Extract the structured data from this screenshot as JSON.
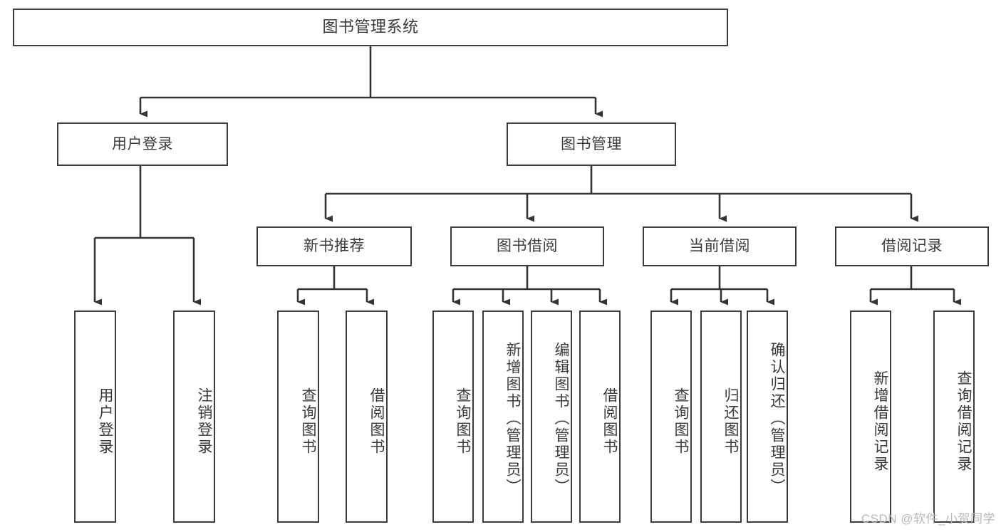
{
  "diagram": {
    "title": "图书管理系统",
    "type": "tree",
    "watermark": "CSDN @软件_小贺同学",
    "colors": {
      "background": "#ffffff",
      "box_border": "#3c3c3c",
      "box_fill": "#ffffff",
      "text": "#3a3a3a",
      "connector": "#333333",
      "watermark": "#b9b9b9"
    },
    "nodes": {
      "root": {
        "label": "图书管理系统"
      },
      "level1": [
        {
          "id": "user-login",
          "label": "用户登录"
        },
        {
          "id": "book-management",
          "label": "图书管理"
        }
      ],
      "level2": [
        {
          "id": "new-book-recommend",
          "label": "新书推荐",
          "parent": "book-management"
        },
        {
          "id": "book-borrow",
          "label": "图书借阅",
          "parent": "book-management"
        },
        {
          "id": "current-borrow",
          "label": "当前借阅",
          "parent": "book-management"
        },
        {
          "id": "borrow-record",
          "label": "借阅记录",
          "parent": "book-management"
        }
      ],
      "leaves": [
        {
          "id": "leaf-user-login",
          "label": "用户登录",
          "parent": "user-login"
        },
        {
          "id": "leaf-logout",
          "label": "注销登录",
          "parent": "user-login"
        },
        {
          "id": "leaf-query-book-1",
          "label": "查询图书",
          "parent": "new-book-recommend"
        },
        {
          "id": "leaf-borrow-book-1",
          "label": "借阅图书",
          "parent": "new-book-recommend"
        },
        {
          "id": "leaf-query-book-2",
          "label": "查询图书",
          "parent": "book-borrow"
        },
        {
          "id": "leaf-add-book",
          "label": "新增图书（管理员）",
          "parent": "book-borrow"
        },
        {
          "id": "leaf-edit-book",
          "label": "编辑图书（管理员）",
          "parent": "book-borrow"
        },
        {
          "id": "leaf-borrow-book-2",
          "label": "借阅图书",
          "parent": "book-borrow"
        },
        {
          "id": "leaf-query-book-3",
          "label": "查询图书",
          "parent": "current-borrow"
        },
        {
          "id": "leaf-return-book",
          "label": "归还图书",
          "parent": "current-borrow"
        },
        {
          "id": "leaf-confirm-return",
          "label": "确认归还（管理员）",
          "parent": "current-borrow"
        },
        {
          "id": "leaf-add-record",
          "label": "新增借阅记录",
          "parent": "borrow-record"
        },
        {
          "id": "leaf-query-record",
          "label": "查询借阅记录",
          "parent": "borrow-record"
        }
      ]
    }
  }
}
